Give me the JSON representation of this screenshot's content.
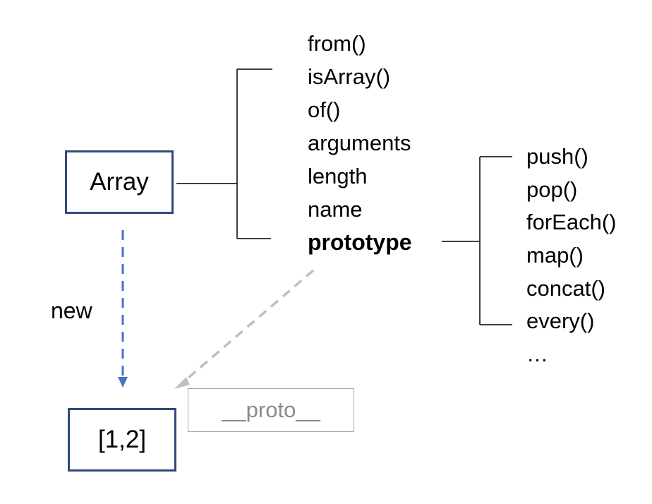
{
  "array_box": {
    "label": "Array"
  },
  "instance_box": {
    "label": "[1,2]"
  },
  "new_label": "new",
  "proto_link_label": "__proto__",
  "static_members": [
    {
      "label": "from()"
    },
    {
      "label": "isArray()"
    },
    {
      "label": "of()"
    },
    {
      "label": "arguments"
    },
    {
      "label": "length"
    },
    {
      "label": "name"
    },
    {
      "label": "prototype"
    }
  ],
  "prototype_members": [
    {
      "label": "push()"
    },
    {
      "label": "pop()"
    },
    {
      "label": "forEach()"
    },
    {
      "label": "map()"
    },
    {
      "label": "concat()"
    },
    {
      "label": "every()"
    },
    {
      "label": "…"
    }
  ],
  "colors": {
    "box_border": "#2f4a7d",
    "new_arrow": "#4a72c4",
    "proto_arrow": "#bfbfbf",
    "proto_label_border": "#a6a6a6",
    "proto_label_text": "#8a8a8a"
  }
}
